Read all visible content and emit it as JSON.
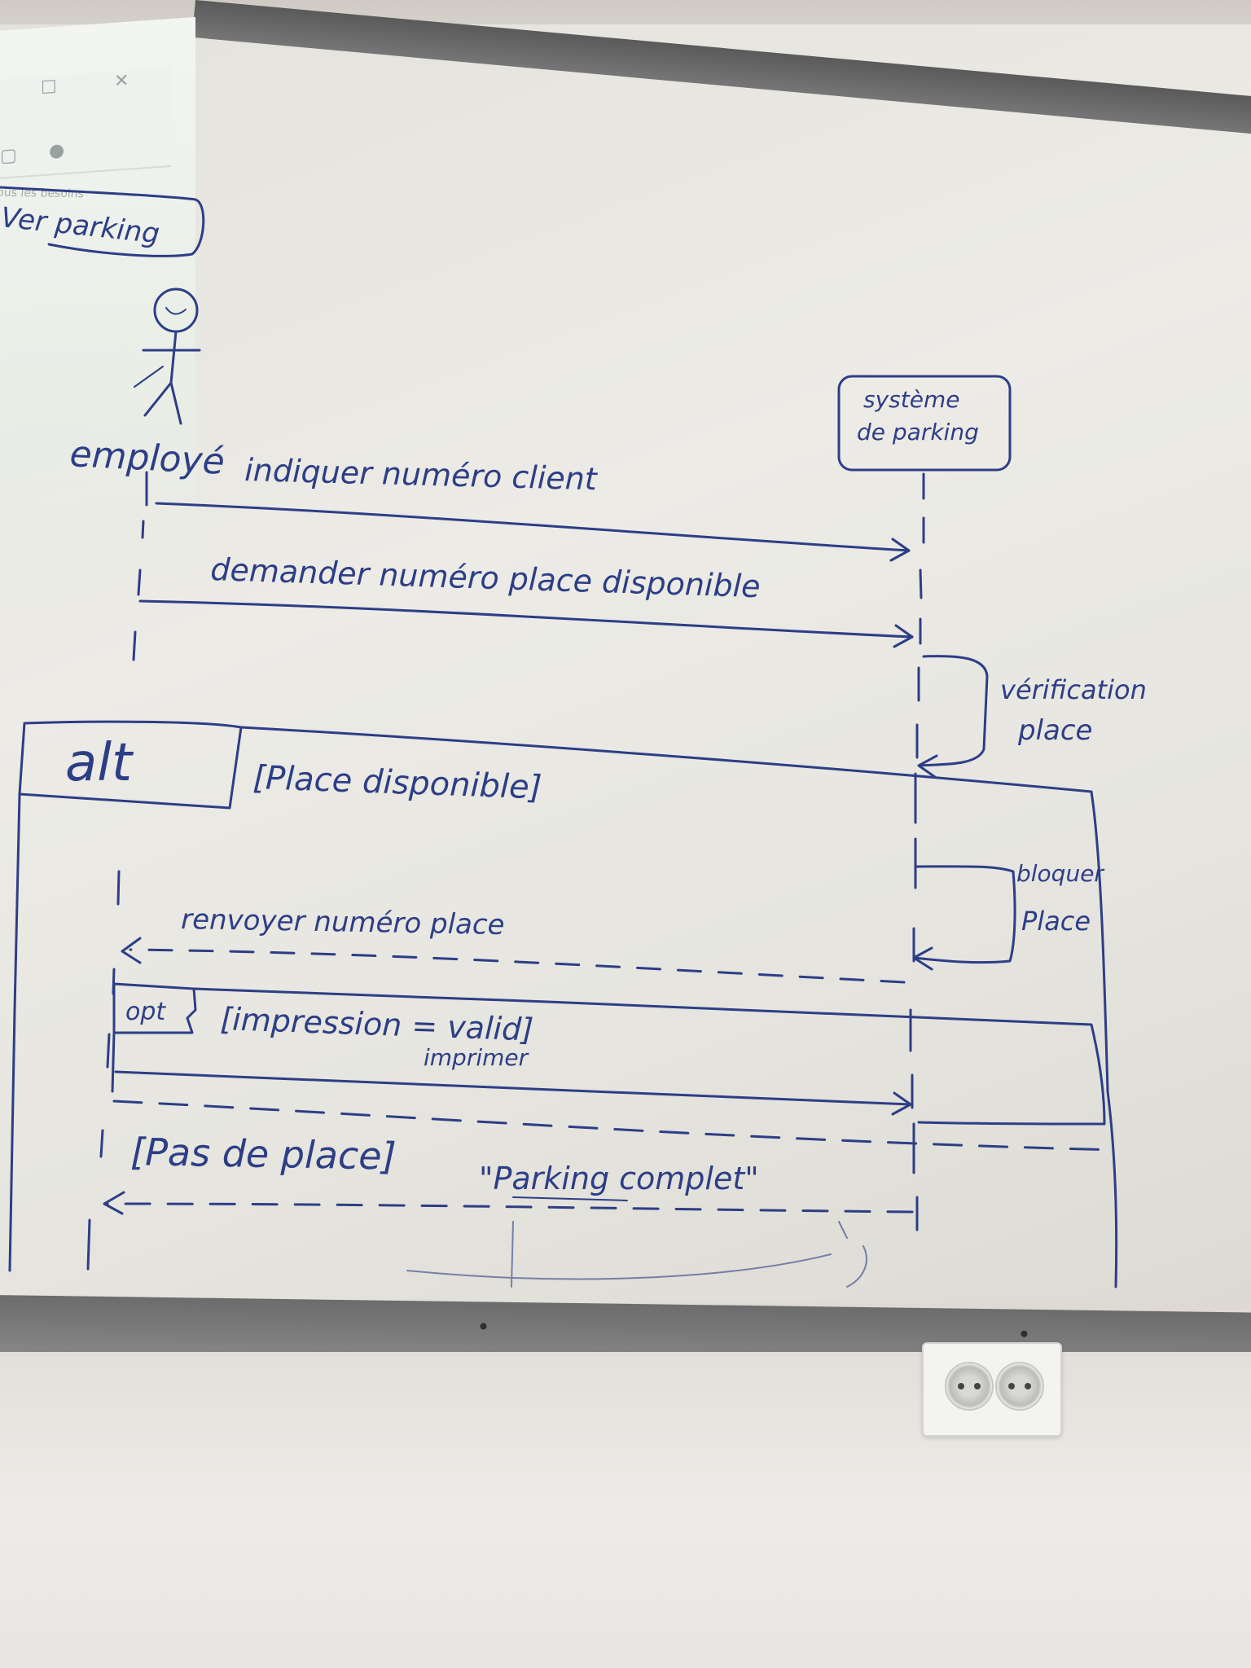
{
  "diagram": {
    "title_fragment": "Ver parking",
    "actor": {
      "label": "employé"
    },
    "lifeline_system": {
      "label_line1": "système",
      "label_line2": "de parking"
    },
    "messages": [
      {
        "label": "indiquer numéro client"
      },
      {
        "label": "demander numéro place disponible"
      },
      {
        "label": "vérification",
        "label2": "place"
      },
      {
        "label": "bloquer",
        "label2": "Place"
      },
      {
        "label": "renvoyer numéro place"
      },
      {
        "label": "imprimer"
      },
      {
        "label": "\"Parking complet\""
      }
    ],
    "fragments": {
      "alt": {
        "keyword": "alt",
        "guard": "[Place disponible]",
        "else_guard": "[Pas de place]"
      },
      "opt": {
        "keyword": "opt",
        "guard": "[impression = valid]"
      }
    }
  },
  "projection": {
    "caption": "Tous les besoins"
  },
  "colors": {
    "ink": "#2d3e86",
    "board": "#e9e8e2",
    "frame": "#6e6e6e"
  }
}
